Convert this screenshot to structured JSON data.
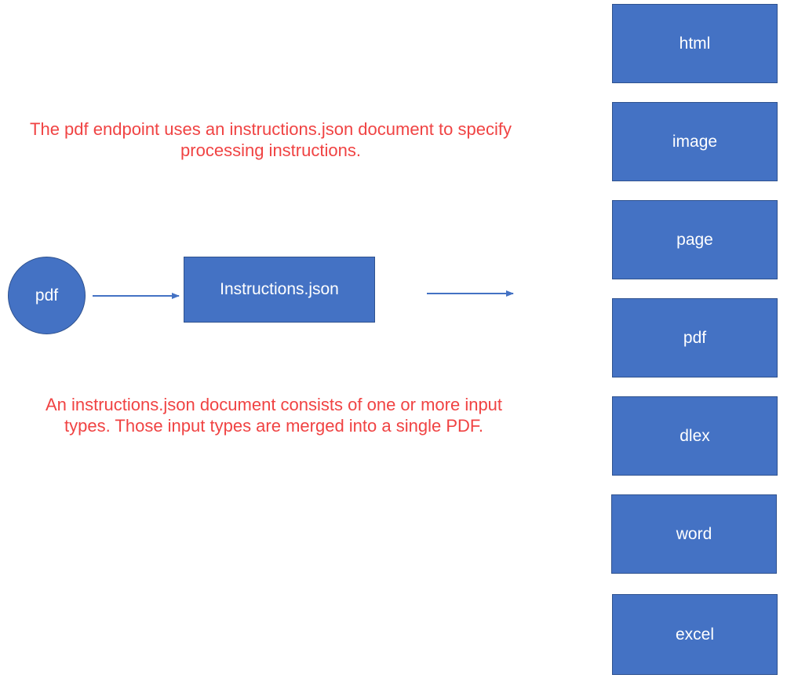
{
  "notes": {
    "top": "The pdf endpoint uses an instructions.json document to specify processing instructions.",
    "bottom": "An instructions.json document consists of one or more input types. Those input types are merged into a single PDF."
  },
  "nodes": {
    "pdf": "pdf",
    "instructions": "Instructions.json"
  },
  "input_types": [
    "html",
    "image",
    "page",
    "pdf",
    "dlex",
    "word",
    "excel"
  ],
  "colors": {
    "box_fill": "#4472c4",
    "box_border": "#2f528f",
    "note_text": "#f04343",
    "box_text": "#ffffff"
  }
}
